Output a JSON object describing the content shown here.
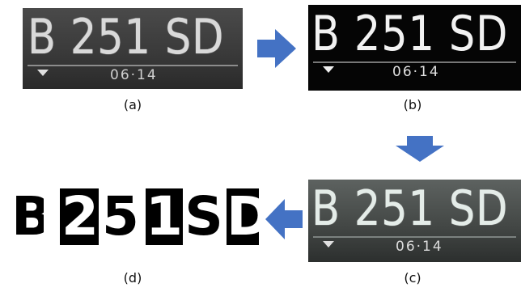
{
  "plates": {
    "a": {
      "main": "B 251 SD",
      "sub": "06·14",
      "caption": "(a)"
    },
    "b": {
      "main": "B 251 SD",
      "sub": "06·14",
      "caption": "(b)"
    },
    "c": {
      "main": "B 251 SD",
      "sub": "06·14",
      "caption": "(c)"
    }
  },
  "segmented": {
    "caption": "(d)",
    "characters": [
      "B",
      "2",
      "5",
      "1",
      "S",
      "D"
    ]
  },
  "colors": {
    "arrow": "#4472c4"
  }
}
